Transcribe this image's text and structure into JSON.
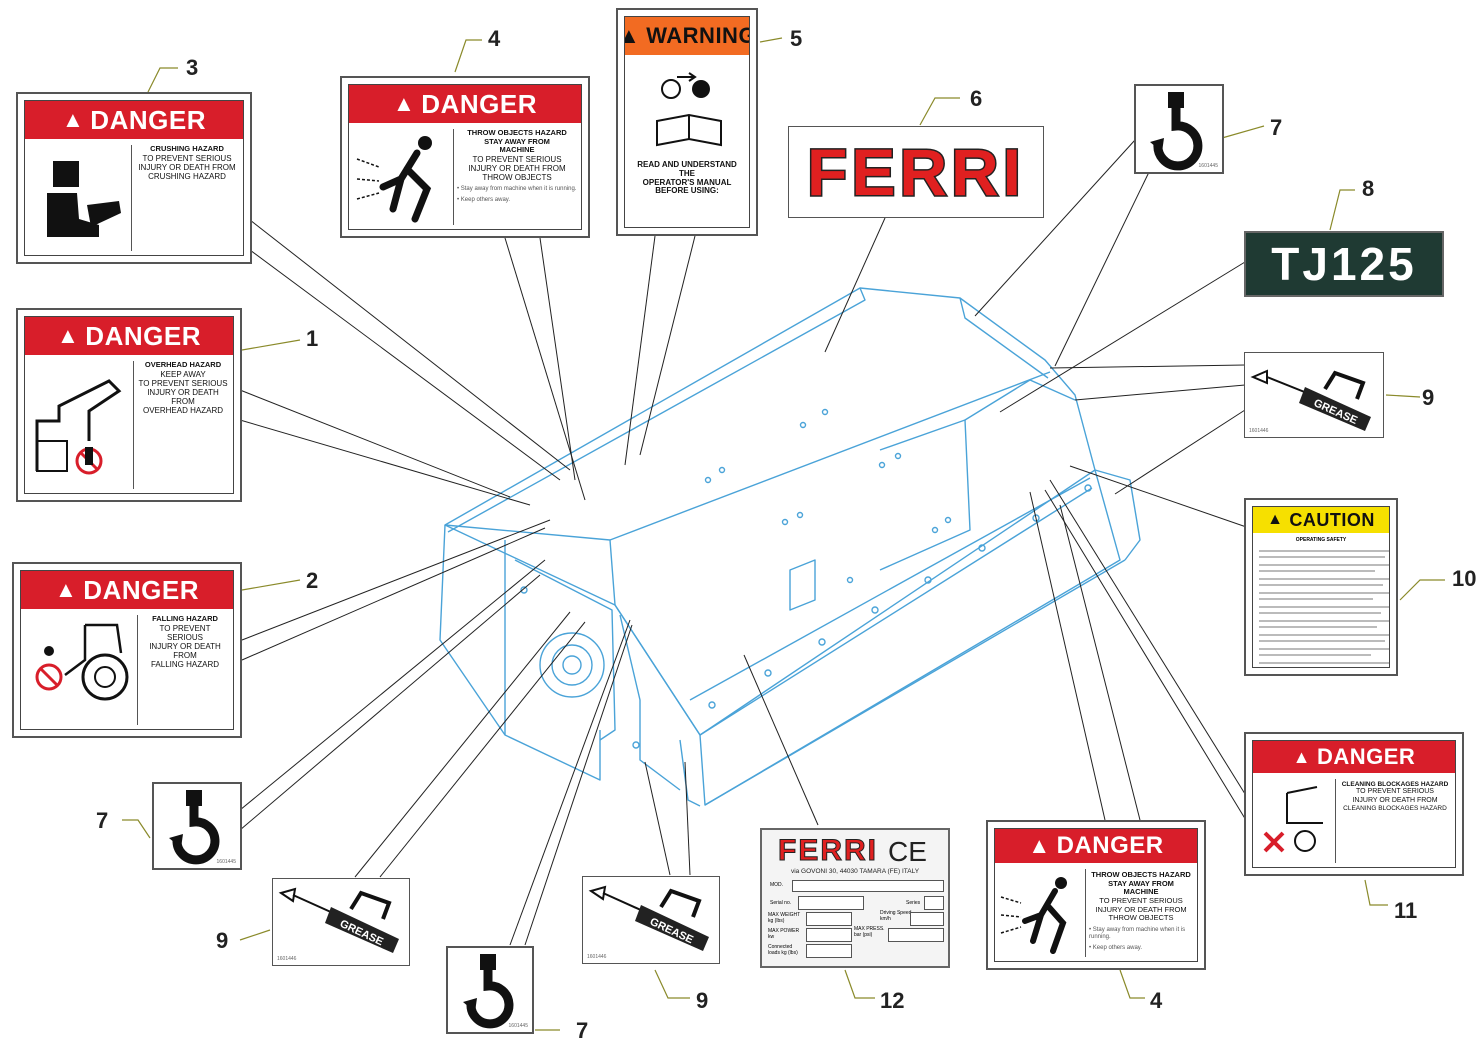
{
  "decals": {
    "danger_label": "DANGER",
    "warning_label": "WARNING",
    "caution_label": "CAUTION",
    "crushing": {
      "title": "CRUSHING HAZARD",
      "line1": "TO PREVENT SERIOUS",
      "line2": "INJURY OR DEATH FROM",
      "line3": "CRUSHING HAZARD"
    },
    "overhead": {
      "title": "OVERHEAD HAZARD",
      "line1": "KEEP AWAY",
      "line2": "TO PREVENT SERIOUS",
      "line3": "INJURY OR DEATH FROM",
      "line4": "OVERHEAD HAZARD"
    },
    "falling": {
      "title": "FALLING HAZARD",
      "line1": "TO PREVENT SERIOUS",
      "line2": "INJURY OR DEATH FROM",
      "line3": "FALLING HAZARD"
    },
    "thrown": {
      "title": "THROW OBJECTS HAZARD",
      "line1": "STAY AWAY FROM",
      "line2": "MACHINE",
      "line3": "TO PREVENT SERIOUS",
      "line4": "INJURY OR DEATH FROM",
      "line5": "THROW OBJECTS",
      "bullet1": "• Stay away from machine when it is running.",
      "bullet2": "• Keep others away."
    },
    "warning": {
      "line1": "READ AND UNDERSTAND THE",
      "line2": "OPERATOR'S MANUAL",
      "line3": "BEFORE USING:"
    },
    "caution": {
      "title": "OPERATING SAFETY"
    },
    "cleaning": {
      "title": "CLEANING BLOCKAGES HAZARD",
      "line1": "TO PREVENT SERIOUS",
      "line2": "INJURY OR DEATH FROM",
      "line3": "CLEANING BLOCKAGES HAZARD"
    },
    "brand": "FERRI",
    "model": "TJ125",
    "grease": "GREASE",
    "hook_code": "1601445",
    "grease_code": "1601446",
    "plate": {
      "brand": "FERRI",
      "ce": "CE",
      "address": "via GOVONI 30, 44030 TAMARA (FE) ITALY",
      "mod": "MOD.",
      "serial": "Serial no.",
      "series": "Series",
      "max_weight": "MAX WEIGHT",
      "kg": "kg (lbs)",
      "driving_speed": "Driving Speed",
      "rpm": "km/h",
      "max_power": "MAX POWER",
      "kw": "kw",
      "max_press": "MAX PRESS.",
      "bar": "bar (psi)",
      "connected": "Connected",
      "loads": "loads kg (lbs)"
    }
  },
  "callouts": {
    "c1": "1",
    "c2": "2",
    "c3": "3",
    "c4": "4",
    "c4b": "4",
    "c5": "5",
    "c6": "6",
    "c7a": "7",
    "c7b": "7",
    "c7c": "7",
    "c8": "8",
    "c9a": "9",
    "c9b": "9",
    "c9c": "9",
    "c10": "10",
    "c11": "11",
    "c12": "12"
  },
  "colors": {
    "danger": "#d81e2a",
    "warning": "#f26b22",
    "caution": "#f6e000",
    "machine_line": "#4aa3d8",
    "leader": "#222222",
    "callout_tick": "#8a8a2a"
  }
}
